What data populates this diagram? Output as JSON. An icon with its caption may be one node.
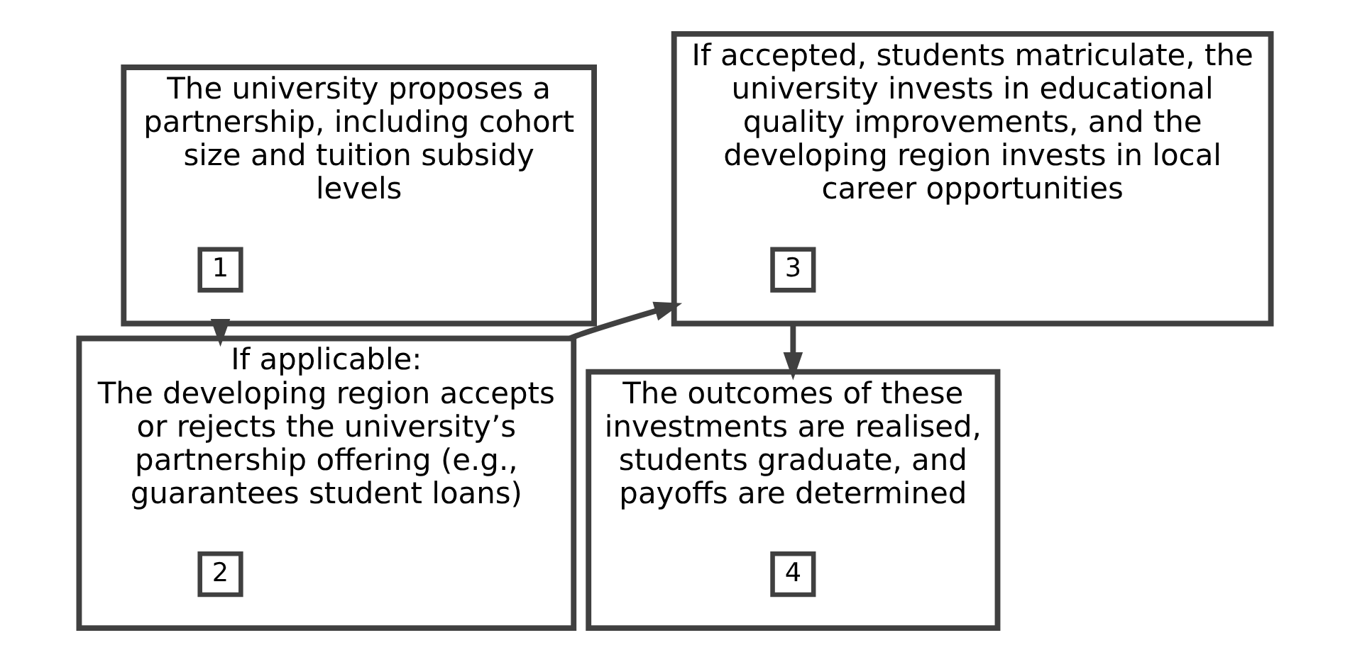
{
  "diagram": {
    "nodes": [
      {
        "text": [
          "The university proposes a partnership, including cohort size and tuition subsidy levels"
        ]
      },
      {
        "text": [
          "1"
        ],
        "in": 0
      },
      {
        "text": [
          "If applicable:",
          "The developing region accepts or rejects the university’s partnership offering (e.g., guarantees student loans)"
        ]
      },
      {
        "text": [
          "2"
        ],
        "in": 2
      },
      {
        "text": [
          "If accepted, students matriculate, the university invests in educational quality improvements, and the developing region invests in local career opportunities"
        ]
      },
      {
        "text": [
          "3"
        ],
        "in": 4
      },
      {
        "text": [
          "The outcomes of these investments are realised, students graduate, and payoffs are determined"
        ]
      },
      {
        "text": [
          "4"
        ],
        "in": 6
      }
    ],
    "edges": [
      {
        "from": 0,
        "to": 2,
        "arrow": "to"
      },
      {
        "from": 2,
        "to": 4,
        "arrow": "to"
      },
      {
        "from": 4,
        "to": 6,
        "arrow": "to"
      }
    ]
  }
}
